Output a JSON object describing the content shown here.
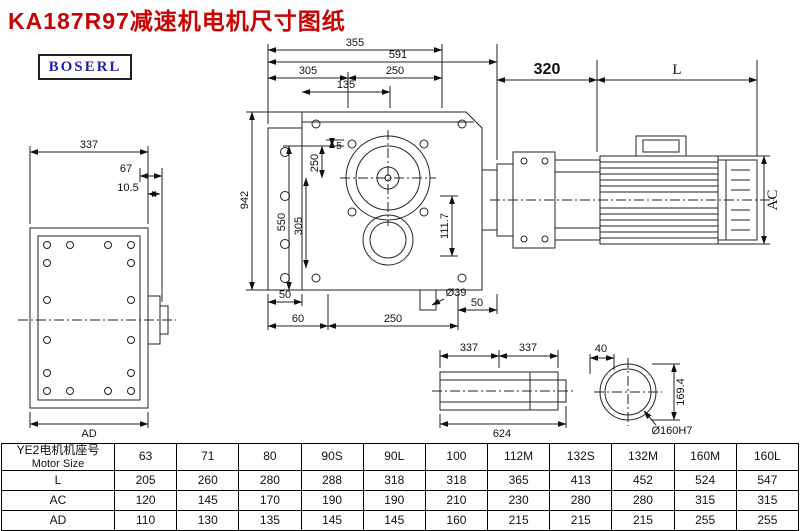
{
  "page": {
    "title": "KA187R97减速机电机尺寸图纸",
    "logo": "BOSERL"
  },
  "dims": {
    "left_view": {
      "width": "337",
      "d67": "67",
      "d10_5": "10.5",
      "ad": "AD"
    },
    "main_view": {
      "d355": "355",
      "d591": "591",
      "d305_top": "305",
      "d250_top": "250",
      "d135": "135",
      "d5": "5",
      "d250_left": "250",
      "d305_left": "305",
      "d550": "550",
      "d942": "942",
      "d111_7": "111.7",
      "d50_bl": "50",
      "d60": "60",
      "d250_bottom": "250",
      "dia39": "Ø39",
      "d50_br": "50"
    },
    "motor_view": {
      "d320": "320",
      "l": "L",
      "ac": "AC"
    },
    "shaft_view": {
      "d337_a": "337",
      "d337_b": "337",
      "d624": "624"
    },
    "bore_view": {
      "d40": "40",
      "d169_4": "169.4",
      "dia160": "Ø160H7"
    }
  },
  "table": {
    "corner_cn": "YE2电机机座号",
    "corner_en": "Motor Size",
    "sizes": [
      "63",
      "71",
      "80",
      "90S",
      "90L",
      "100",
      "112M",
      "132S",
      "132M",
      "160M",
      "160L"
    ],
    "rows": [
      {
        "label": "L",
        "values": [
          "205",
          "260",
          "280",
          "288",
          "318",
          "318",
          "365",
          "413",
          "452",
          "524",
          "547"
        ]
      },
      {
        "label": "AC",
        "values": [
          "120",
          "145",
          "170",
          "190",
          "190",
          "210",
          "230",
          "280",
          "280",
          "315",
          "315"
        ]
      },
      {
        "label": "AD",
        "values": [
          "110",
          "130",
          "135",
          "145",
          "145",
          "160",
          "215",
          "215",
          "215",
          "255",
          "255"
        ]
      }
    ]
  }
}
